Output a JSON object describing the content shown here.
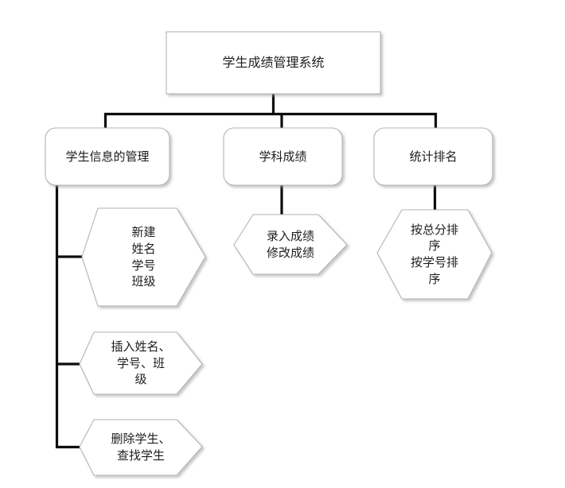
{
  "diagram": {
    "title": "学生成绩管理系统",
    "type": "org-tree",
    "background_color": "#ffffff",
    "shape_stroke_color": "#b4b4b4",
    "shape_fill_color": "#ffffff",
    "connector_color": "#0d0d0d",
    "text_color": "#1d1d1d",
    "root": {
      "label": "学生成绩管理系统",
      "shape": "rectangle"
    },
    "branches": [
      {
        "label": "学生信息的管理",
        "shape": "rounded-rectangle",
        "children": [
          {
            "shape": "hexagon",
            "lines": [
              "新建",
              "姓名",
              "学号",
              "班级"
            ]
          },
          {
            "shape": "hexagon",
            "lines": [
              "插入姓名、",
              "学号、班",
              "级"
            ]
          },
          {
            "shape": "hexagon",
            "lines": [
              "删除学生、",
              "查找学生"
            ]
          }
        ]
      },
      {
        "label": "学科成绩",
        "shape": "rounded-rectangle",
        "children": [
          {
            "shape": "hexagon",
            "lines": [
              "录入成绩",
              "修改成绩"
            ]
          }
        ]
      },
      {
        "label": "统计排名",
        "shape": "rounded-rectangle",
        "children": [
          {
            "shape": "hexagon",
            "lines": [
              "按总分排",
              "序",
              "按学号排",
              "序"
            ]
          }
        ]
      }
    ]
  }
}
